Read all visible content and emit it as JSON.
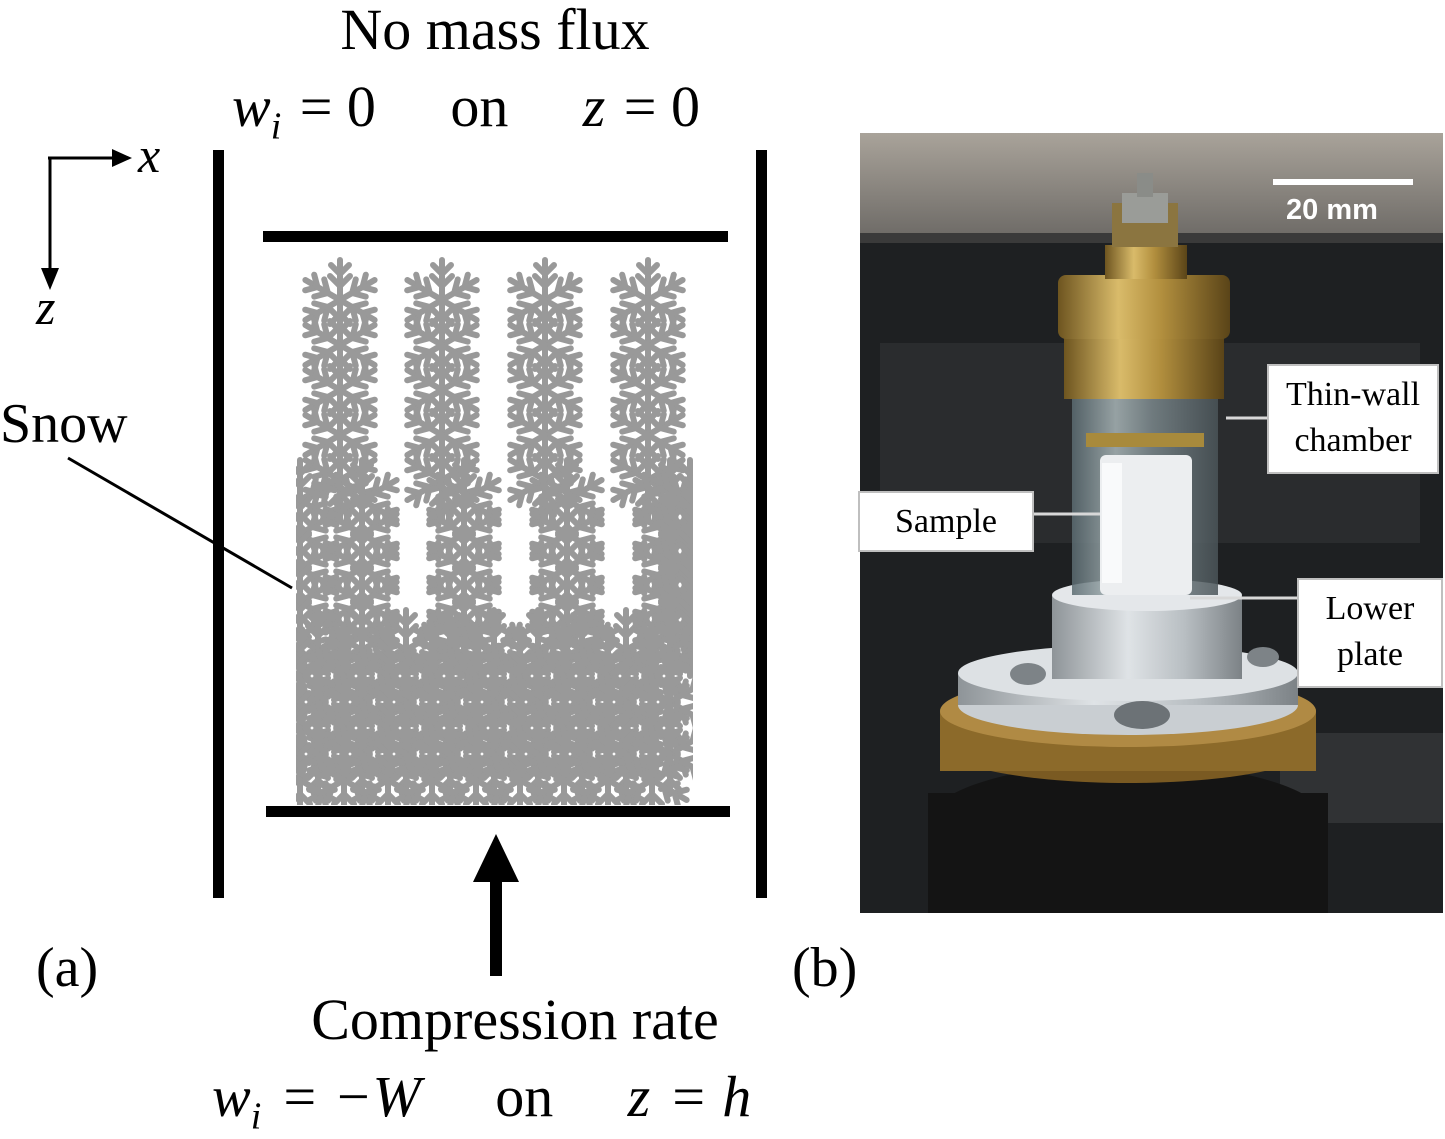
{
  "top": {
    "title": "No mass flux",
    "eq_lhs": "w",
    "eq_sub": "i",
    "eq_rhs": "= 0",
    "eq_on": "on",
    "eq_z": "z",
    "eq_zval": "= 0"
  },
  "axes": {
    "x_label": "x",
    "z_label": "z"
  },
  "snow_label": "Snow",
  "panel_a": "(a)",
  "panel_b": "(b)",
  "bottom": {
    "title": "Compression rate",
    "eq_lhs": "w",
    "eq_sub": "i",
    "eq_rhs": "= −W",
    "eq_on": "on",
    "eq_z": "z",
    "eq_zval": "= h"
  },
  "photo": {
    "scale_bar": "20 mm",
    "callouts": {
      "chamber_line1": "Thin-wall",
      "chamber_line2": "chamber",
      "sample": "Sample",
      "lower_line1": "Lower",
      "lower_line2": "plate"
    }
  },
  "colors": {
    "snow": "#999999",
    "brass": "#b8953e",
    "background_dark": "#1d1f21"
  }
}
